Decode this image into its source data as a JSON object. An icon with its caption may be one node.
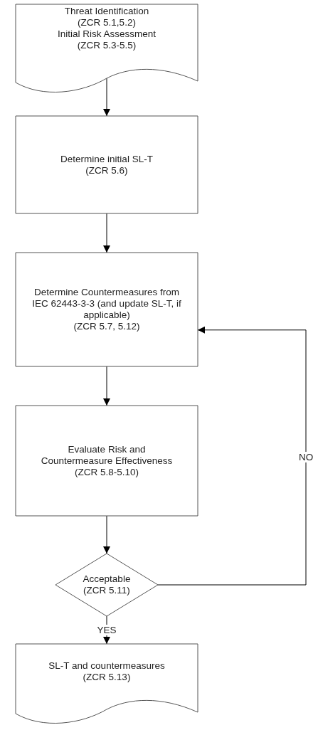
{
  "diagram": {
    "nodes": [
      {
        "text": [
          "Threat Identification",
          "(ZCR 5.1,5.2)",
          "Initial Risk Assessment",
          "(ZCR 5.3-5.5)"
        ]
      },
      {
        "text": [
          "Determine initial SL-T",
          "(ZCR 5.6)"
        ]
      },
      {
        "text": [
          "Determine Countermeasures from IEC 62443-3-3 (and update SL-T, if applicable)",
          "(ZCR 5.7, 5.12)"
        ]
      },
      {
        "text": [
          "Evaluate Risk and Countermeasure Effectiveness",
          "(ZCR 5.8-5.10)"
        ]
      },
      {
        "text": [
          "Acceptable",
          "(ZCR 5.11)"
        ]
      },
      {
        "text": [
          "SL-T and countermeasures",
          "(ZCR 5.13)"
        ]
      }
    ],
    "edges": [
      {
        "from": 0,
        "to": 1,
        "arrow": "to"
      },
      {
        "from": 1,
        "to": 2,
        "arrow": "to"
      },
      {
        "from": 2,
        "to": 3,
        "arrow": "to"
      },
      {
        "from": 3,
        "to": 4,
        "arrow": "to"
      },
      {
        "from": 4,
        "to": 5,
        "arrow": "to",
        "label": "YES"
      },
      {
        "from": 4,
        "to": 2,
        "arrow": "to",
        "label": "NO"
      }
    ]
  }
}
